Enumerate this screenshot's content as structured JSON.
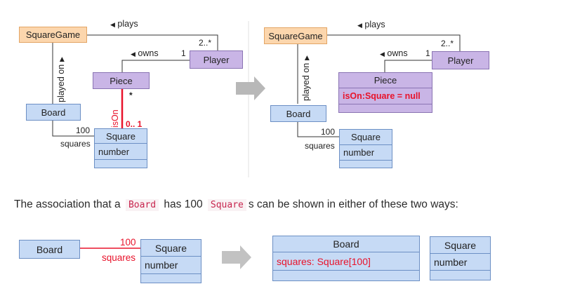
{
  "top_left": {
    "square_game": "SquareGame",
    "player": "Player",
    "piece": "Piece",
    "board": "Board",
    "square": {
      "name": "Square",
      "attribute": "number"
    },
    "plays_label": "plays",
    "owns_label": "owns",
    "played_on_label": "played on",
    "is_on_label": "isOn",
    "mult_two_star": "2..*",
    "mult_one": "1",
    "mult_star": "*",
    "mult_zero_one": "0.. 1",
    "mult_hundred": "100",
    "role_squares": "squares"
  },
  "top_right": {
    "square_game": "SquareGame",
    "player": "Player",
    "piece": {
      "name": "Piece",
      "attribute": "isOn:Square = null"
    },
    "board": "Board",
    "square": {
      "name": "Square",
      "attribute": "number"
    },
    "plays_label": "plays",
    "owns_label": "owns",
    "played_on_label": "played on",
    "mult_two_star": "2..*",
    "mult_one": "1",
    "mult_hundred": "100",
    "role_squares": "squares"
  },
  "caption": {
    "before": "The association that a",
    "code_board": "Board",
    "middle": "has 100",
    "code_square": "Square",
    "after": "s can be shown in either of these two ways:"
  },
  "bottom_left": {
    "board": "Board",
    "square": {
      "name": "Square",
      "attribute": "number"
    },
    "mult_hundred": "100",
    "role_squares": "squares"
  },
  "bottom_right": {
    "board": {
      "name": "Board",
      "attribute": "squares: Square[100]"
    },
    "square": {
      "name": "Square",
      "attribute": "number"
    }
  },
  "icons": {
    "transform_arrow": "gray-right-arrow-icon",
    "direction_marker": "black-triangle-icon"
  },
  "colors": {
    "class_orange": "#fcd6ad",
    "class_purple": "#c9b5e6",
    "class_blue": "#c6daf5",
    "highlight_red": "#e8132b",
    "arrow_gray": "#b8b8b8"
  }
}
